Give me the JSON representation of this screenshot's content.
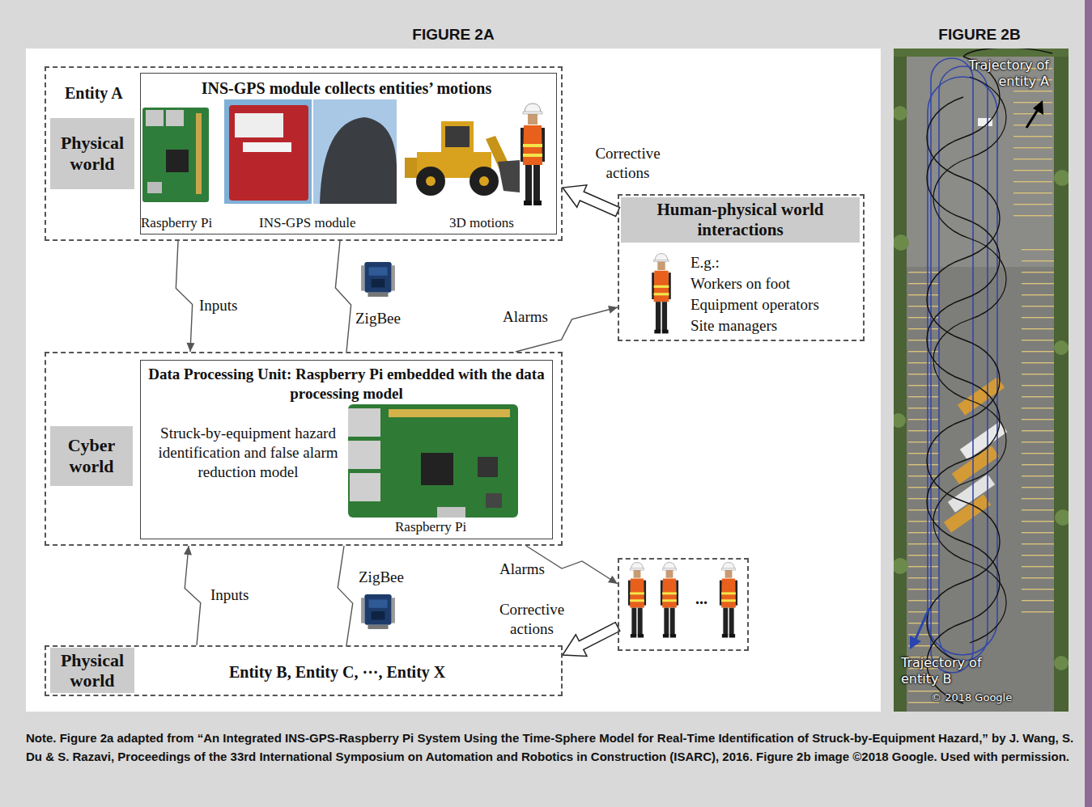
{
  "diagram": {
    "title": "FIGURE 2A",
    "caption": "Note. Figure 2a adapted from “An Integrated INS-GPS-Raspberry Pi System Using the Time-Sphere Model for Real-Time Identification of Struck-by-Equipment Hazard,” by J. Wang, S. Du & S. Razavi, Proceedings of the 33rd International Symposium on Automation and Robotics in Construction (ISARC), 2016. Figure 2b image ©2018 Google. Used with permission.",
    "nodes": [
      {
        "text": [
          "Entity A",
          "Physical world"
        ]
      },
      {
        "text": [
          "INS-GPS module collects entities’ motions",
          "Raspberry Pi",
          "INS-GPS module",
          "3D motions"
        ],
        "in": 0
      },
      {
        "text": [
          "Human-physical world interactions",
          "E.g.:",
          "Workers on foot",
          "Equipment operators",
          "Site managers"
        ]
      },
      {
        "text": [
          "Cyber world"
        ]
      },
      {
        "text": [
          "Data Processing Unit: Raspberry Pi embedded with the data processing model",
          "Struck-by-equipment hazard identification and false alarm reduction model",
          "Raspberry Pi"
        ],
        "in": 3
      },
      {
        "text": [
          "..."
        ]
      },
      {
        "text": [
          "Physical world",
          "Entity B, Entity C, ···, Entity X"
        ]
      }
    ],
    "edges": [
      {
        "from": 0,
        "to": 3,
        "label": "Inputs",
        "arrow": "to"
      },
      {
        "from": 0,
        "to": 3,
        "label": "ZigBee",
        "arrow": "none"
      },
      {
        "from": 3,
        "to": 2,
        "label": "Alarms",
        "arrow": "to"
      },
      {
        "from": 2,
        "to": 0,
        "label": "Corrective actions",
        "arrow": "to"
      },
      {
        "from": 6,
        "to": 3,
        "label": "Inputs",
        "arrow": "to"
      },
      {
        "from": 3,
        "to": 6,
        "label": "ZigBee",
        "arrow": "none"
      },
      {
        "from": 3,
        "to": 5,
        "label": "Alarms",
        "arrow": "to"
      },
      {
        "from": 5,
        "to": 6,
        "label": "Corrective actions",
        "arrow": "to"
      }
    ],
    "labels": [
      "FIGURE 2B",
      "Trajectory of entity A",
      "Trajectory of entity B",
      "© 2018 Google"
    ]
  }
}
